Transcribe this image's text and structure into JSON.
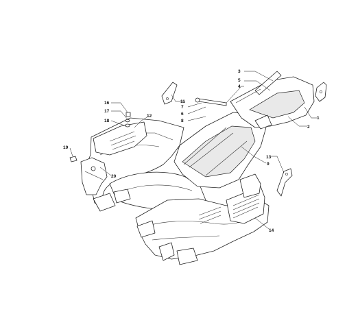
{
  "callouts": {
    "c1": "1",
    "c2": "2",
    "c3": "3",
    "c4": "4",
    "c5": "5",
    "c6": "6",
    "c7": "7",
    "c8": "8",
    "c9": "9",
    "c11": "11",
    "c12": "12",
    "c13": "13",
    "c14": "14",
    "c16": "16",
    "c17": "17",
    "c18": "18",
    "c19": "19",
    "c20": "20"
  }
}
